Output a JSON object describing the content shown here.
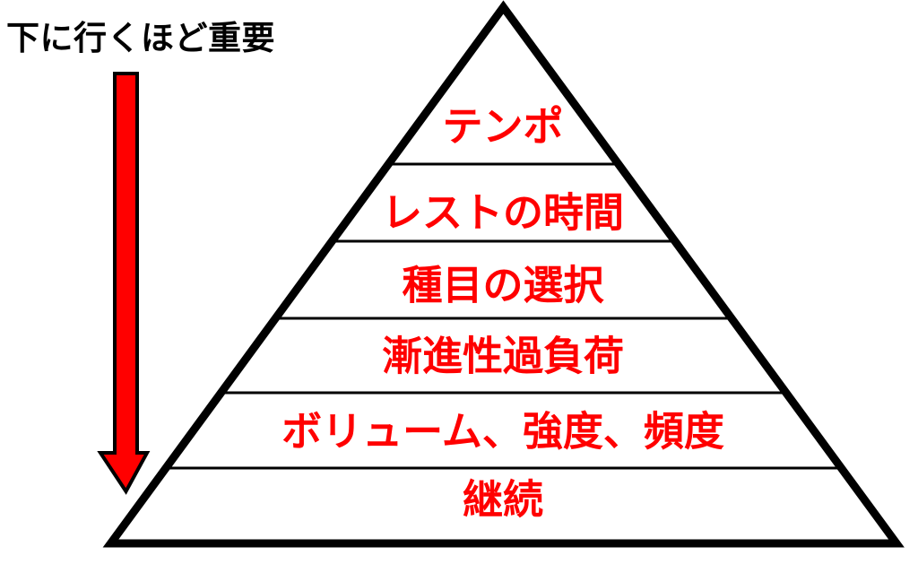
{
  "header": {
    "note": "下に行くほど重要"
  },
  "pyramid": {
    "levels": [
      {
        "label": "テンポ"
      },
      {
        "label": "レストの時間"
      },
      {
        "label": "種目の選択"
      },
      {
        "label": "漸進性過負荷"
      },
      {
        "label": "ボリューム、強度、頻度"
      },
      {
        "label": "継続"
      }
    ]
  },
  "colors": {
    "label_red": "#ff0000",
    "arrow_red": "#ff0000",
    "outline_black": "#000000"
  }
}
